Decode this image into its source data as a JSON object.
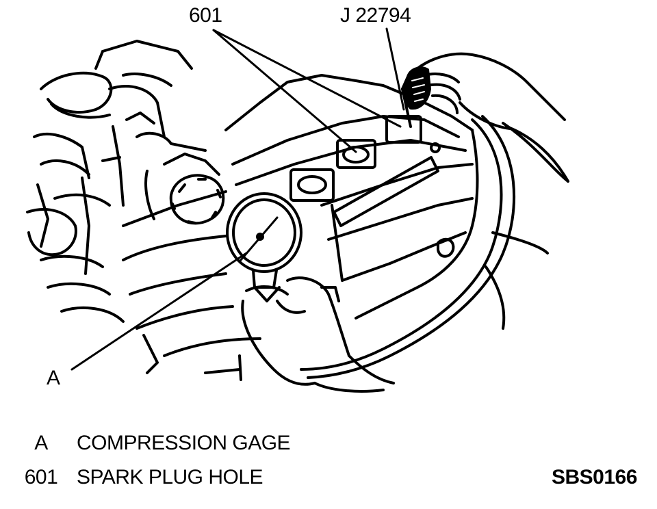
{
  "callouts": {
    "spark_plug_hole": "601",
    "tool": "J 22794",
    "gage": "A"
  },
  "legend": [
    {
      "key": "A",
      "description": "COMPRESSION GAGE"
    },
    {
      "key": "601",
      "description": "SPARK PLUG HOLE"
    }
  ],
  "figure_code": "SBS0166",
  "colors": {
    "ink": "#000000",
    "paper": "#ffffff"
  }
}
